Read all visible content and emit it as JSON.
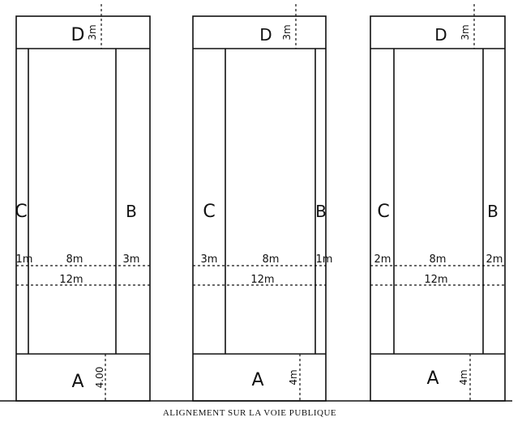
{
  "caption": "ALIGNEMENT SUR LA VOIE PUBLIQUE",
  "panels": [
    {
      "label_top": "D",
      "label_left": "C",
      "label_right": "B",
      "label_bottom": "A",
      "dim_top": "3m",
      "dim_bottom": "4.00",
      "dim_left": "1m",
      "dim_mid": "8m",
      "dim_right": "3m",
      "dim_total": "12m"
    },
    {
      "label_top": "D",
      "label_left": "C",
      "label_right": "B",
      "label_bottom": "A",
      "dim_top": "3m",
      "dim_bottom": "4m",
      "dim_left": "3m",
      "dim_mid": "8m",
      "dim_right": "1m",
      "dim_total": "12m"
    },
    {
      "label_top": "D",
      "label_left": "C",
      "label_right": "B",
      "label_bottom": "A",
      "dim_top": "3m",
      "dim_bottom": "4m",
      "dim_left": "2m",
      "dim_mid": "8m",
      "dim_right": "2m",
      "dim_total": "12m"
    }
  ]
}
